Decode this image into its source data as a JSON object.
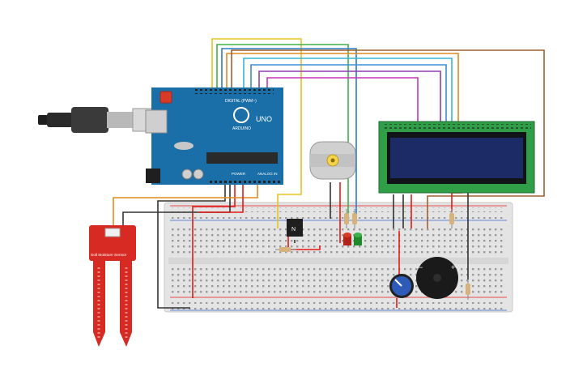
{
  "arduino": {
    "brand": "ARDUINO",
    "model": "UNO",
    "digital_label": "DIGITAL (PWM~)",
    "power_label": "POWER",
    "analog_label": "ANALOG IN"
  },
  "sensor": {
    "label": "Soil Moisture Sensor"
  },
  "transistor": {
    "label": "N"
  },
  "colors": {
    "board": "#1b6fa8",
    "breadboard": "#e6e6e6",
    "lcd_frame": "#2f9e46",
    "lcd_screen": "#1c2a66",
    "sensor": "#d62a22",
    "wire_red": "#e41b17",
    "wire_black": "#333333",
    "wire_orange": "#e08a1e",
    "wire_yellow": "#e6c31f",
    "wire_green": "#3fb048",
    "wire_blue": "#2b7bc8",
    "wire_cyan": "#36b6d6",
    "wire_purple": "#8c3fb0",
    "wire_magenta": "#c735b7",
    "wire_brown": "#a0612f"
  },
  "icons": [
    "usb-plug-icon",
    "reset-button-icon",
    "dc-motor-icon",
    "potentiometer-icon",
    "piezo-buzzer-icon"
  ]
}
